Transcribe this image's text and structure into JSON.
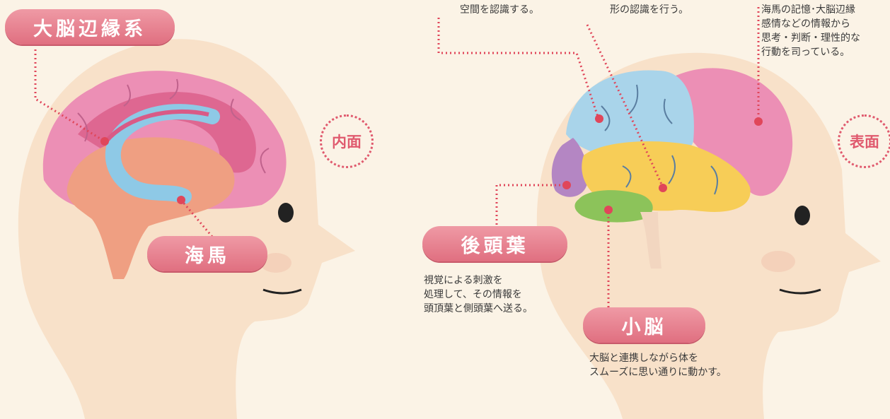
{
  "labels": {
    "limbic": "大脳辺縁系",
    "hippocampus": "海馬",
    "occipital": "後頭葉",
    "cerebellum": "小脳",
    "inner": "内面",
    "outer": "表面"
  },
  "notes": {
    "top_left": "空間を認識する。",
    "top_mid": "形の認識を行う。",
    "top_right": "海馬の記憶･大脳辺縁\n感情などの情報から\n思考・判断・理性的な\n行動を司っている。",
    "occipital": "視覚による刺激を\n処理して、その情報を\n頭頂葉と側頭葉へ送る。",
    "cerebellum": "大脳と連携しながら体を\nスムーズに思い通りに動かす。"
  },
  "colors": {
    "background": "#fbf3e6",
    "skin": "#f8e1c9",
    "frontal": "#ec8fb5",
    "parietal": "#a9d4ea",
    "occipital": "#b486c3",
    "temporal": "#f7cd57",
    "cerebellum": "#8cc35a",
    "limbic": "#d95a86",
    "hippocampus": "#8ec9e6",
    "pill": "#e77888",
    "dot": "#e0465a"
  }
}
